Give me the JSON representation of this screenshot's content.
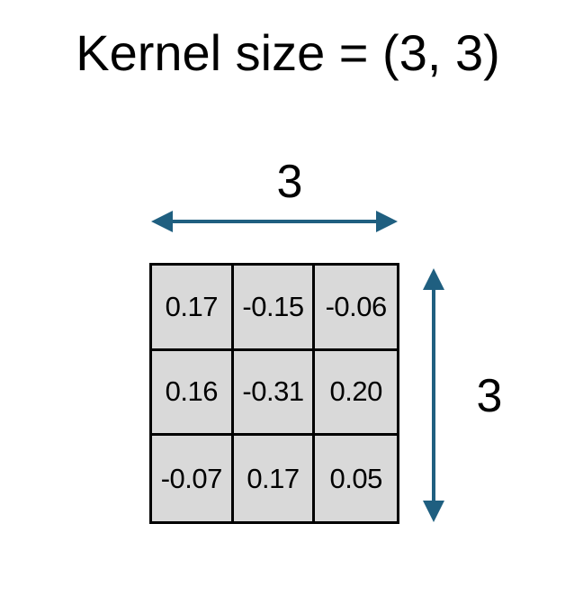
{
  "title": "Kernel size = (3, 3)",
  "width_label": "3",
  "height_label": "3",
  "arrow_color": "#1f5f80",
  "cell_color": "#d9d9d9",
  "kernel": {
    "rows": [
      [
        "0.17",
        "-0.15",
        "-0.06"
      ],
      [
        "0.16",
        "-0.31",
        "0.20"
      ],
      [
        "-0.07",
        "0.17",
        "0.05"
      ]
    ]
  }
}
